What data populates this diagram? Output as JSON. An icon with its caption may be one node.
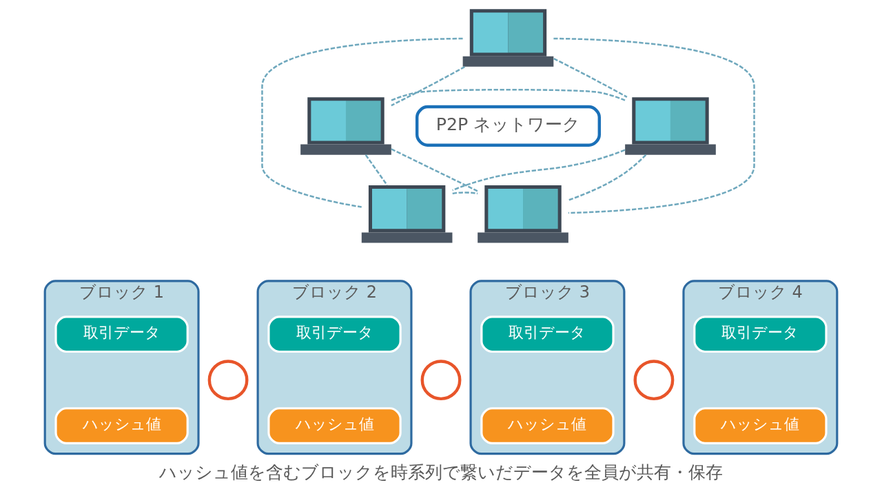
{
  "diagram": {
    "caption": "ハッシュ値を含むブロックを時系列で繋いだデータを全員が共有・保存",
    "nodes": [
      {
        "text": [],
        "shape": "picture"
      },
      {
        "text": [],
        "shape": "picture"
      },
      {
        "text": [
          "P2P ネットワーク"
        ]
      },
      {
        "text": [],
        "shape": "picture"
      },
      {
        "text": [],
        "shape": "picture"
      },
      {
        "text": [],
        "shape": "picture"
      },
      {
        "text": [
          "ブロック 1"
        ]
      },
      {
        "text": [
          "取引データ"
        ],
        "in": 6
      },
      {
        "text": [
          "ハッシュ値"
        ],
        "in": 6
      },
      {
        "text": [],
        "shape": "circle"
      },
      {
        "text": [
          "ブロック 2"
        ]
      },
      {
        "text": [
          "取引データ"
        ],
        "in": 10
      },
      {
        "text": [
          "ハッシュ値"
        ],
        "in": 10
      },
      {
        "text": [],
        "shape": "circle"
      },
      {
        "text": [
          "ブロック 3"
        ]
      },
      {
        "text": [
          "取引データ"
        ],
        "in": 14
      },
      {
        "text": [
          "ハッシュ値"
        ],
        "in": 14
      },
      {
        "text": [],
        "shape": "circle"
      },
      {
        "text": [
          "ブロック 4"
        ]
      },
      {
        "text": [
          "取引データ"
        ],
        "in": 18
      },
      {
        "text": [
          "ハッシュ値"
        ],
        "in": 18
      }
    ],
    "edges": [
      {
        "from": 0,
        "to": 1,
        "arrow": "none",
        "style": "dashed"
      },
      {
        "from": 0,
        "to": 3,
        "arrow": "none",
        "style": "dashed"
      },
      {
        "from": 0,
        "to": 4,
        "arrow": "none",
        "style": "dashed"
      },
      {
        "from": 0,
        "to": 5,
        "arrow": "none",
        "style": "dashed"
      },
      {
        "from": 1,
        "to": 3,
        "arrow": "none",
        "style": "dashed"
      },
      {
        "from": 1,
        "to": 4,
        "arrow": "none",
        "style": "dashed"
      },
      {
        "from": 1,
        "to": 5,
        "arrow": "none",
        "style": "dashed"
      },
      {
        "from": 3,
        "to": 4,
        "arrow": "none",
        "style": "dashed"
      },
      {
        "from": 3,
        "to": 5,
        "arrow": "none",
        "style": "dashed"
      },
      {
        "from": 4,
        "to": 5,
        "arrow": "none",
        "style": "dashed"
      }
    ]
  }
}
